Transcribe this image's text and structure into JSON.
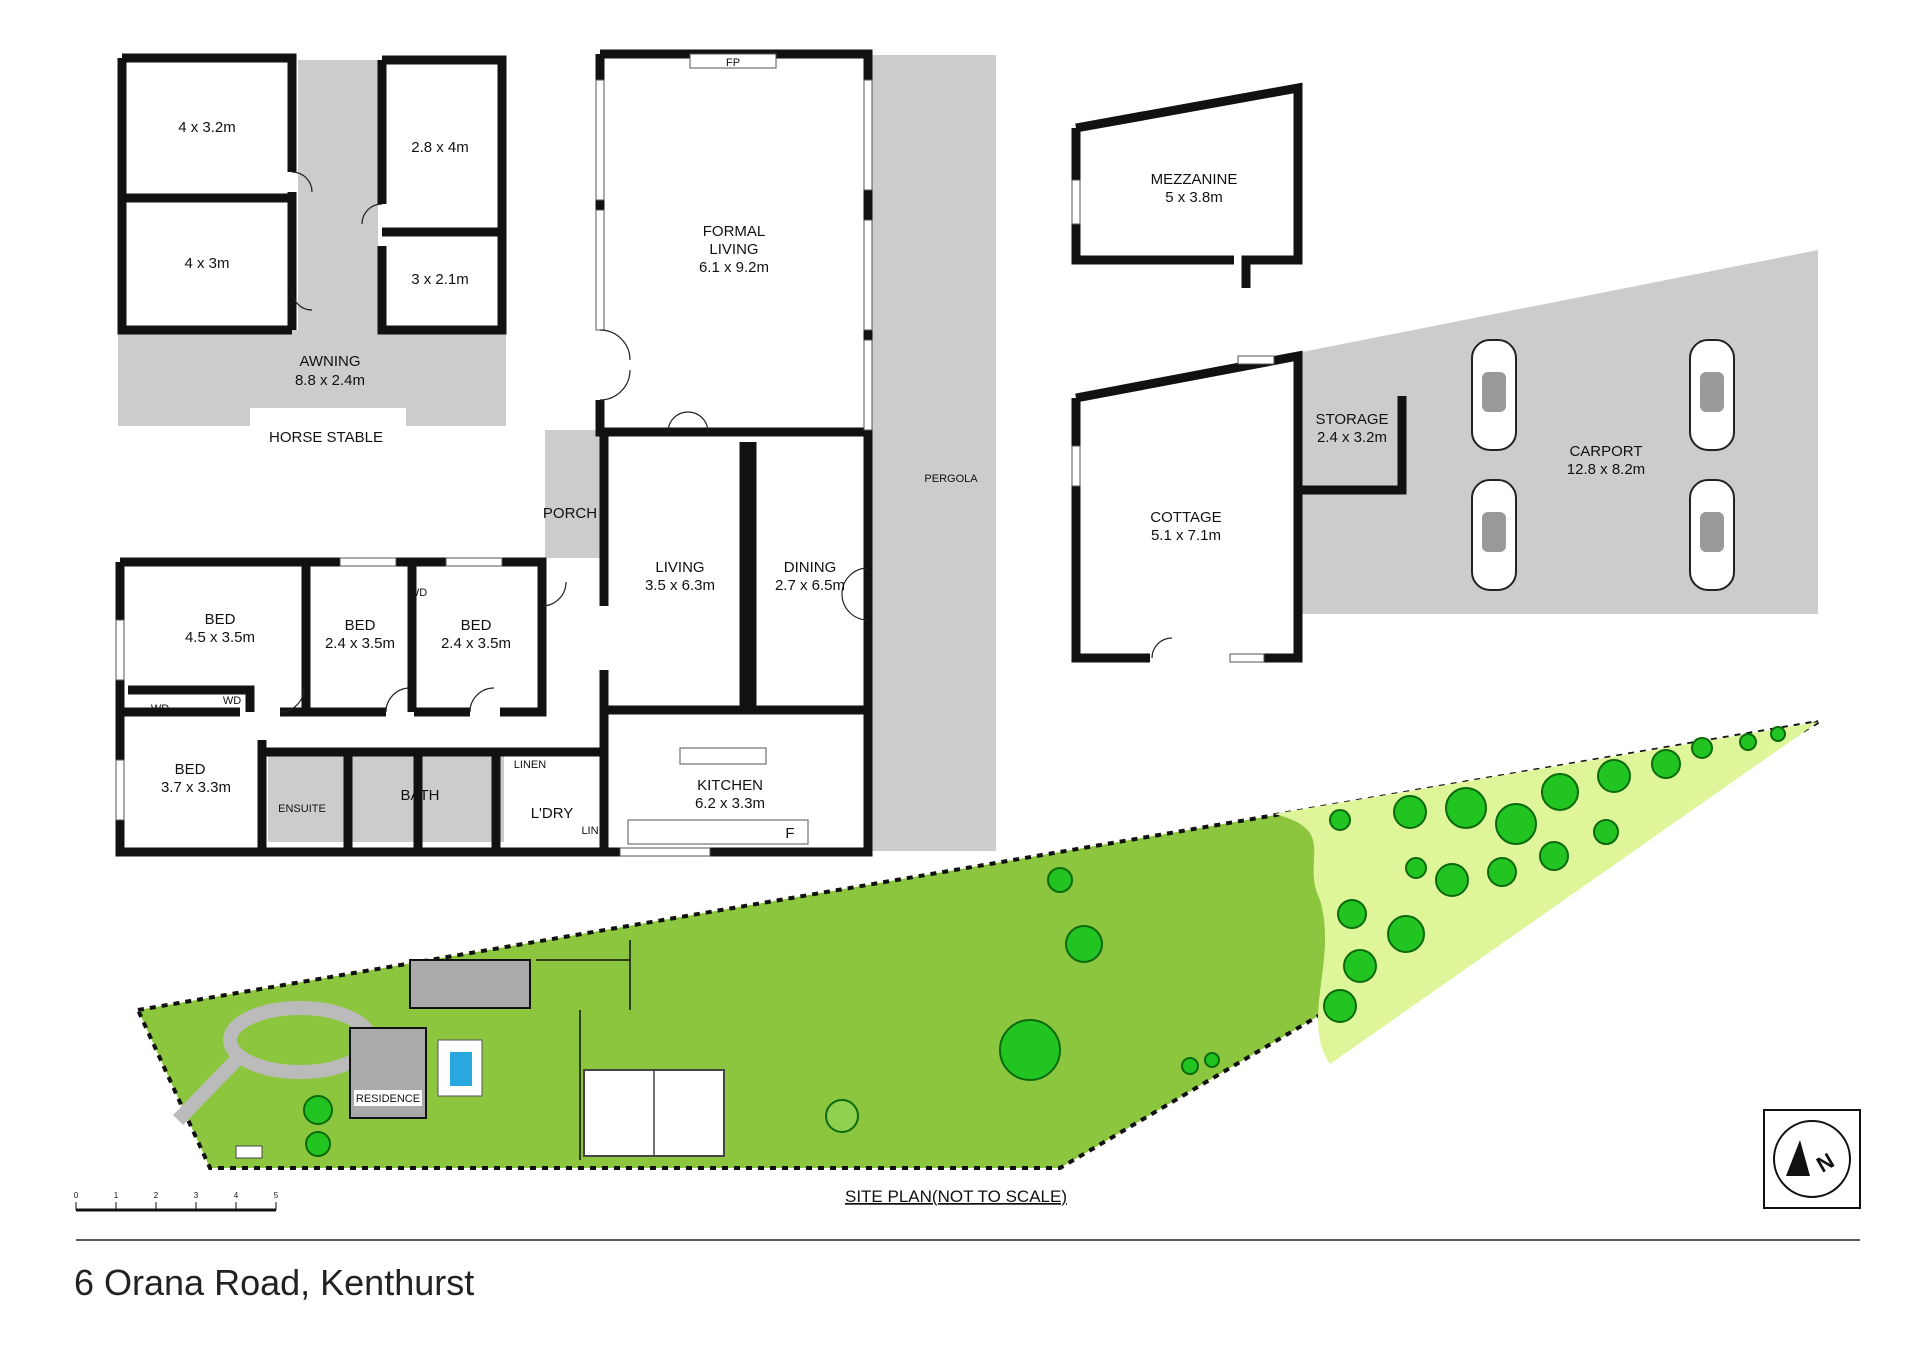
{
  "address": "6 Orana Road, Kenthurst",
  "site_plan_label": "SITE PLAN(NOT TO SCALE)",
  "scale_ticks": [
    "0",
    "1",
    "2",
    "3",
    "4",
    "5"
  ],
  "stable": {
    "title": "HORSE STABLE",
    "rooms": [
      {
        "id": "stall-1",
        "dims": "4 x 3.2m"
      },
      {
        "id": "stall-2",
        "dims": "4 x 3m"
      },
      {
        "id": "stall-3",
        "dims": "2.8 x 4m"
      },
      {
        "id": "stall-4",
        "dims": "3 x 2.1m"
      }
    ],
    "awning": {
      "name": "AWNING",
      "dims": "8.8 x 2.4m"
    }
  },
  "house": {
    "formal_living": {
      "name": "FORMAL\nLIVING",
      "line1": "FORMAL",
      "line2": "LIVING",
      "dims": "6.1 x 9.2m"
    },
    "fp": "FP",
    "pergola": "PERGOLA",
    "porch": "PORCH",
    "living": {
      "name": "LIVING",
      "dims": "3.5 x 6.3m"
    },
    "dining": {
      "name": "DINING",
      "dims": "2.7 x 6.5m"
    },
    "bed1": {
      "name": "BED",
      "dims": "4.5 x 3.5m"
    },
    "bed2": {
      "name": "BED",
      "dims": "2.4 x 3.5m"
    },
    "bed3": {
      "name": "BED",
      "dims": "2.4 x 3.5m"
    },
    "bed4": {
      "name": "BED",
      "dims": "3.7 x 3.3m"
    },
    "wd": "WD",
    "ensuite": "ENSUITE",
    "bath": "BATH",
    "linen": "LINEN",
    "laundry": "L'DRY",
    "lin": "LIN",
    "kitchen": {
      "name": "KITCHEN",
      "dims": "6.2 x 3.3m"
    },
    "fridge": "F"
  },
  "mezzanine": {
    "name": "MEZZANINE",
    "dims": "5 x 3.8m"
  },
  "cottage": {
    "name": "COTTAGE",
    "dims": "5.1 x 7.1m"
  },
  "storage": {
    "name": "STORAGE",
    "dims": "2.4 x 3.2m"
  },
  "carport": {
    "name": "CARPORT",
    "dims": "12.8 x 8.2m"
  },
  "site": {
    "residence": "RESIDENCE"
  },
  "colors": {
    "lawn": "#8cc63f",
    "bush": "#dff59a",
    "tree": "#22c422",
    "slab": "#cccccc",
    "wall": "#111111",
    "pool": "#29a8e0"
  },
  "compass": {
    "letter": "N"
  }
}
